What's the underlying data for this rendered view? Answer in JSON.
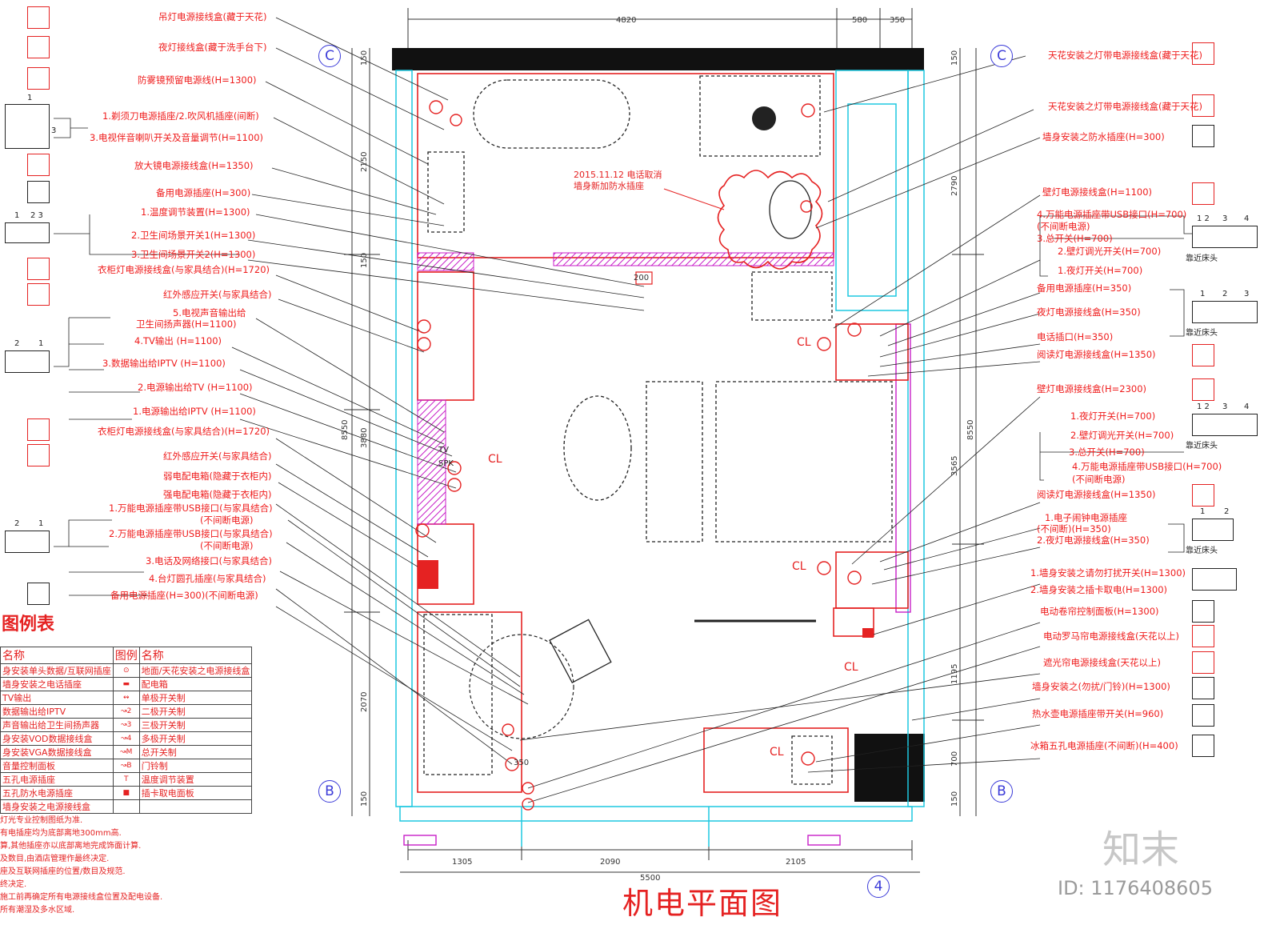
{
  "title": "机电平面图",
  "watermark": {
    "logo": "知末",
    "id": "ID: 1176408605"
  },
  "axes": {
    "c": "C",
    "b": "B",
    "four": "4"
  },
  "cl_label": "CL",
  "note_red": {
    "line1": "2015.11.12 电话取消",
    "line2": "墙身新加防水插座"
  },
  "dimensions": {
    "top": [
      "4820",
      "580",
      "350"
    ],
    "bottom": [
      "1305",
      "2090",
      "2105"
    ],
    "bottom_total": "5500",
    "left_outer": "8550",
    "left_parts": [
      "2150",
      "3880",
      "2070"
    ],
    "left_small": [
      "150",
      "150",
      "150"
    ],
    "right_outer": "8550",
    "right_parts": [
      "2790",
      "3565",
      "1195",
      "700"
    ],
    "right_small": [
      "150",
      "150"
    ],
    "dim_200": "200",
    "dim_350": "350"
  },
  "left_labels": [
    "吊灯电源接线盒(藏于天花)",
    "夜灯接线盒(藏于洗手台下)",
    "防雾镜预留电源线(H=1300)",
    "1.剃须刀电源插座/2.吹风机插座(间断)",
    "3.电视伴音喇叭开关及音量调节(H=1100)",
    "放大镜电源接线盒(H=1350)",
    "备用电源插座(H=300)",
    "1.温度调节装置(H=1300)",
    "2.卫生间场景开关1(H=1300)",
    "3.卫生间场景开关2(H=1300)",
    "衣柜灯电源接线盒(与家具结合)(H=1720)",
    "红外感应开关(与家具结合)",
    "5.电视声音输出给",
    "卫生间扬声器(H=1100)",
    "4.TV输出 (H=1100)",
    "3.数据输出给IPTV (H=1100)",
    "2.电源输出给TV (H=1100)",
    "1.电源输出给IPTV (H=1100)",
    "衣柜灯电源接线盒(与家具结合)(H=1720)",
    "红外感应开关(与家具结合)",
    "弱电配电箱(隐藏于衣柜内)",
    "强电配电箱(隐藏于衣柜内)",
    "1.万能电源插座带USB接口(与家具结合)",
    "(不间断电源)",
    "2.万能电源插座带USB接口(与家具结合)",
    "(不间断电源)",
    "3.电话及网络接口(与家具结合)",
    "4.台灯圆孔插座(与家具结合)",
    "备用电源插座(H=300)(不间断电源)"
  ],
  "right_labels": [
    "天花安装之灯带电源接线盒(藏于天花)",
    "天花安装之灯带电源接线盒(藏于天花)",
    "墙身安装之防水插座(H=300)",
    "壁灯电源接线盒(H=1100)",
    "4.万能电源插座带USB接口(H=700)",
    "(不间断电源)",
    "3.总开关(H=700)",
    "2.壁灯调光开关(H=700)",
    "1.夜灯开关(H=700)",
    "备用电源插座(H=350)",
    "夜灯电源接线盒(H=350)",
    "电话插口(H=350)",
    "阅读灯电源接线盒(H=1350)",
    "壁灯电源接线盒(H=2300)",
    "1.夜灯开关(H=700)",
    "2.壁灯调光开关(H=700)",
    "3.总开关(H=700)",
    "4.万能电源插座带USB接口(H=700)",
    "(不间断电源)",
    "阅读灯电源接线盒(H=1350)",
    "1.电子闹钟电源插座",
    "(不间断)(H=350)",
    "2.夜灯电源接线盒(H=350)",
    "1.墙身安装之请勿打扰开关(H=1300)",
    "2.墙身安装之插卡取电(H=1300)",
    "电动卷帘控制面板(H=1300)",
    "电动罗马帘电源接线盒(天花以上)",
    "遮光帘电源接线盒(天花以上)",
    "墙身安装之(勿扰/门铃)(H=1300)",
    "热水壶电源插座带开关(H=960)",
    "冰箱五孔电源插座(不间断)(H=400)"
  ],
  "near_bed": "靠近床头",
  "symbol_numbers": {
    "one": "1",
    "two": "2",
    "three": "3",
    "four": "4",
    "one_two": "1 2",
    "two_three": "2 3",
    "one_two_3": "1 2  3"
  },
  "legend": {
    "title": "图例表",
    "header": [
      "名称",
      "图例",
      "名称"
    ],
    "rows": [
      [
        "身安装单头数据/互联网插座",
        "⊙",
        "地面/天花安装之电源接线盒"
      ],
      [
        "墙身安装之电话插座",
        "▬",
        "配电箱"
      ],
      [
        "TV输出",
        "↭",
        "单极开关制"
      ],
      [
        "数据输出给IPTV",
        "↝2",
        "二极开关制"
      ],
      [
        "声音输出给卫生间扬声器",
        "↝3",
        "三极开关制"
      ],
      [
        "身安装VOD数据接线盒",
        "↝4",
        "多极开关制"
      ],
      [
        "身安装VGA数据接线盒",
        "↝M",
        "总开关制"
      ],
      [
        "音量控制面板",
        "↝B",
        "门铃制"
      ],
      [
        "五孔电源插座",
        "T",
        "温度调节装置"
      ],
      [
        "五孔防水电源插座",
        "■",
        "插卡取电面板"
      ],
      [
        "墙身安装之电源接线盒",
        "",
        ""
      ]
    ]
  },
  "notes": [
    "灯光专业控制图纸为准.",
    "有电插座均为底部离地300mm高.",
    "算,其他插座亦以底部离地完成饰面计算.",
    "及数目,由酒店管理作最终决定.",
    "座及互联网插座的位置/数目及规范.",
    "终决定.",
    "施工前再确定所有电源接线盒位置及配电设备.",
    "所有潮湿及多水区域."
  ],
  "plan_text": {
    "tv": "TV",
    "spk": "SPK"
  },
  "colors": {
    "red": "#e52222",
    "blue": "#3a3ad8",
    "cyan": "#1ec8e0",
    "magenta": "#c81ec8",
    "dark": "#111111"
  }
}
